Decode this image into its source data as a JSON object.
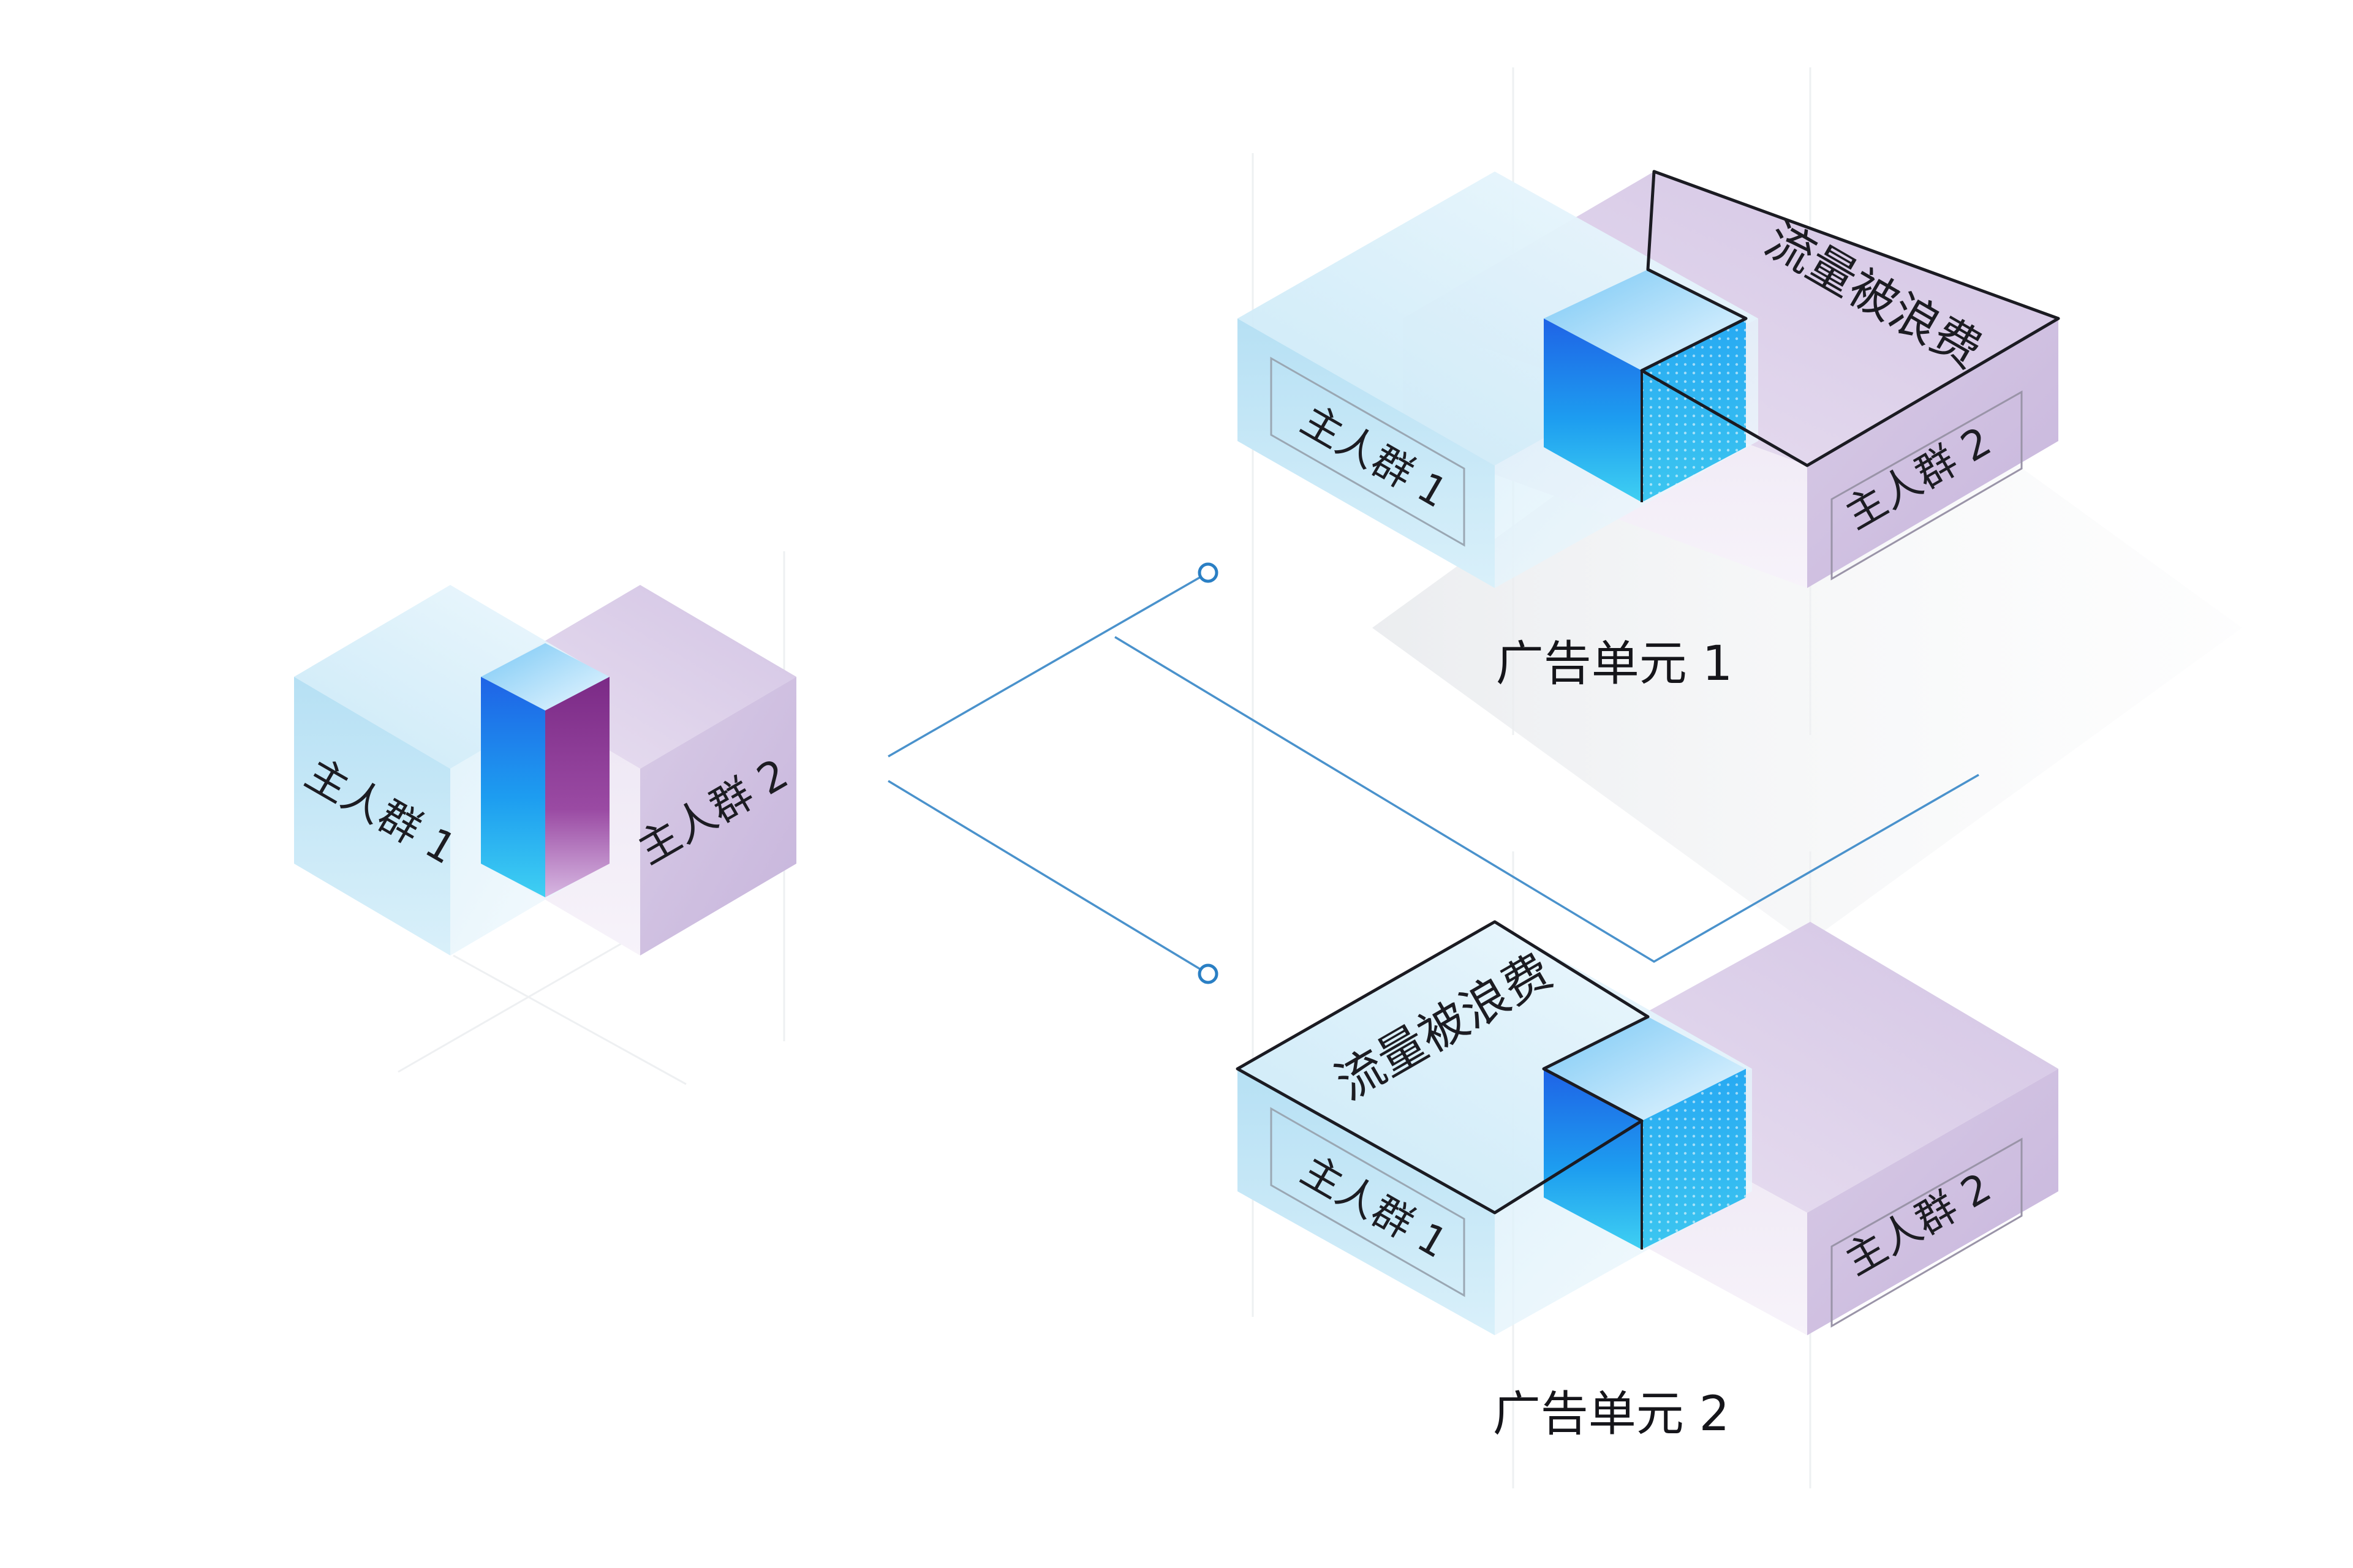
{
  "colors": {
    "blue_top": "#d6eef9",
    "blue_side": "#bfe4f5",
    "purple_top": "#e6dcee",
    "purple_side": "#d4c6e3",
    "overlap": "#1e7ff0",
    "line": "#2e86c8"
  },
  "source": {
    "group1": "主人群 1",
    "group2": "主人群 2"
  },
  "units": [
    {
      "caption": "广告单元 1",
      "group1": "主人群 1",
      "group2": "主人群 2",
      "waste": "流量被浪费"
    },
    {
      "caption": "广告单元 2",
      "group1": "主人群 1",
      "group2": "主人群 2",
      "waste": "流量被浪费"
    }
  ]
}
